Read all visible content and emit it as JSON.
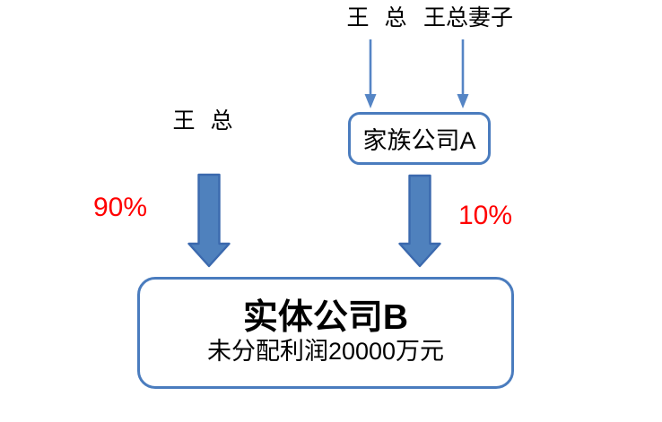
{
  "diagram": {
    "top_labels": {
      "wang": "王 总",
      "wife": "王总妻子"
    },
    "left_label": "王 总",
    "family_company": {
      "label": "家族公司A"
    },
    "entity_company": {
      "title": "实体公司B",
      "subtitle": "未分配利润20000万元"
    },
    "ownership": {
      "left_pct": "90%",
      "right_pct": "10%"
    },
    "colors": {
      "background": "#ffffff",
      "text": "#000000",
      "arrow_fill": "#4f81bd",
      "arrow_stroke": "#3b69ae",
      "thin_arrow": "#5585c5",
      "box_border": "#4a7cbe",
      "pct": "#ff0000"
    }
  }
}
